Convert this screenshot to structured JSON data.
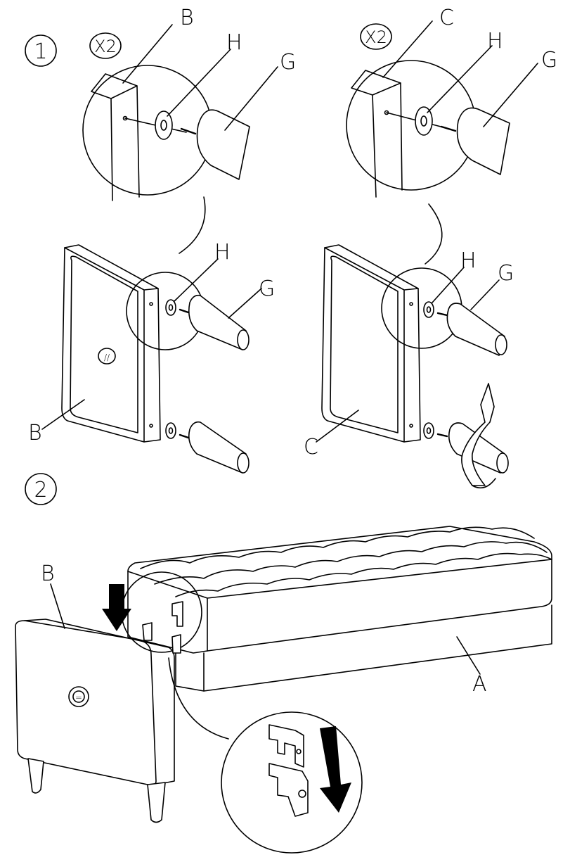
{
  "steps": {
    "step1": "1",
    "step2": "2"
  },
  "multipliers": {
    "left": "X2",
    "right": "X2"
  },
  "labels": {
    "A": "A",
    "B": "B",
    "C": "C",
    "G": "G",
    "H": "H"
  },
  "colors": {
    "line": "#000000",
    "background": "#ffffff",
    "arrow": "#000000"
  }
}
